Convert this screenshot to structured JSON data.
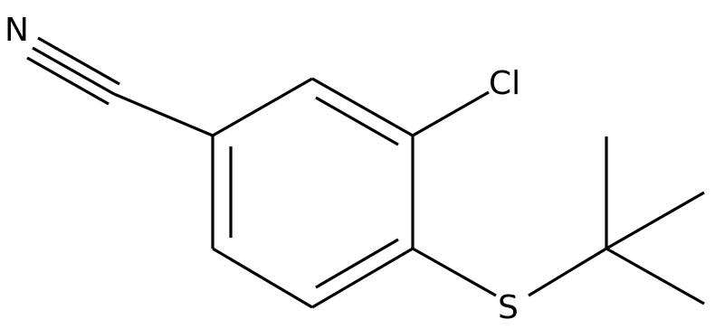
{
  "molecule": {
    "atoms": {
      "nitrogen": "N",
      "chlorine": "Cl",
      "sulfur": "S"
    },
    "colors": {
      "bond": "#000000",
      "label": "#000000",
      "background": "#ffffff"
    }
  }
}
